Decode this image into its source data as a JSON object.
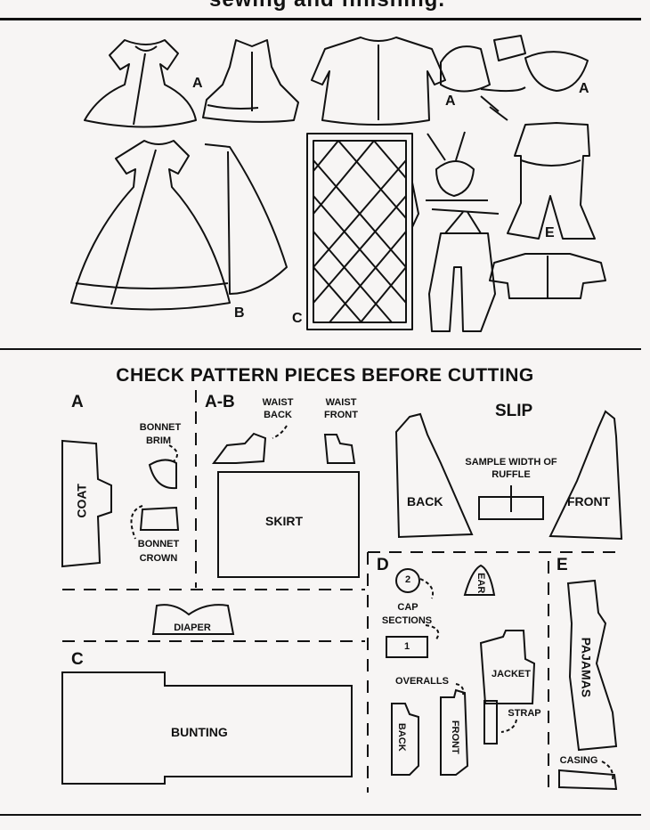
{
  "header": {
    "cut_text": "sewing and finishing."
  },
  "illustration": {
    "letters": {
      "a1": "A",
      "a2": "A",
      "a3": "A",
      "b": "B",
      "c": "C",
      "e": "E"
    }
  },
  "pieces": {
    "title": "CHECK PATTERN PIECES BEFORE CUTTING",
    "sections": {
      "a": "A",
      "ab": "A-B",
      "slip": "SLIP",
      "c": "C",
      "d": "D",
      "e": "E"
    },
    "labels": {
      "coat": "COAT",
      "bonnet_brim_1": "BONNET",
      "bonnet_brim_2": "BRIM",
      "bonnet_crown_1": "BONNET",
      "bonnet_crown_2": "CROWN",
      "waist_back_1": "WAIST",
      "waist_back_2": "BACK",
      "waist_front_1": "WAIST",
      "waist_front_2": "FRONT",
      "skirt": "SKIRT",
      "back": "BACK",
      "front": "FRONT",
      "ruffle_1": "SAMPLE WIDTH OF",
      "ruffle_2": "RUFFLE",
      "diaper": "DIAPER",
      "bunting": "BUNTING",
      "cap_num": "2",
      "cap_1": "CAP",
      "cap_2": "SECTIONS",
      "cap_piece": "1",
      "ear": "EAR",
      "jacket": "JACKET",
      "overalls": "OVERALLS",
      "overalls_back": "BACK",
      "overalls_front": "FRONT",
      "strap": "STRAP",
      "pajamas": "PAJAMAS",
      "casing": "CASING"
    }
  }
}
